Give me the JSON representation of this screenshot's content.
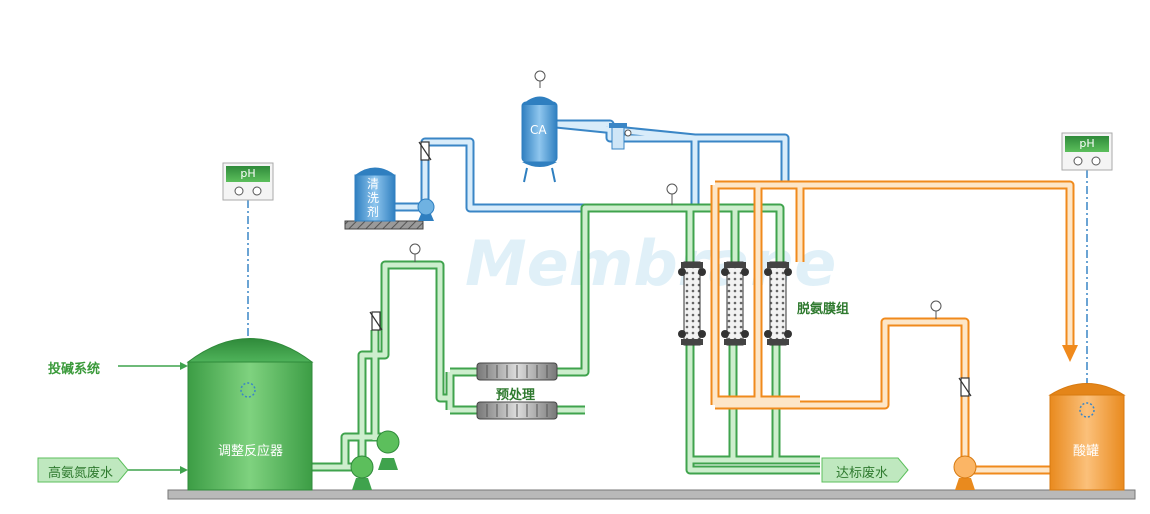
{
  "labels": {
    "dosing_system": "投碱系统",
    "high_ammonia_wastewater": "高氨氮废水",
    "regulating_reactor": "调整反应器",
    "cleaning_agent": "清洗剂",
    "ca_tank": "CA",
    "pretreatment": "预处理",
    "deammonia_membrane_group": "脱氨膜组",
    "compliant_wastewater": "达标废水",
    "acid_tank": "酸罐",
    "ph_left": "pH",
    "ph_right": "pH",
    "watermark": "Membrane"
  },
  "colors": {
    "green": "#7cc97c",
    "green_dark": "#3fa34d",
    "blue": "#8ec5ea",
    "blue_dark": "#3a86c6",
    "orange": "#f5b26b",
    "orange_dark": "#f08a1c",
    "ground": "#b5b5b5",
    "label_green": "#3a9a3a"
  }
}
